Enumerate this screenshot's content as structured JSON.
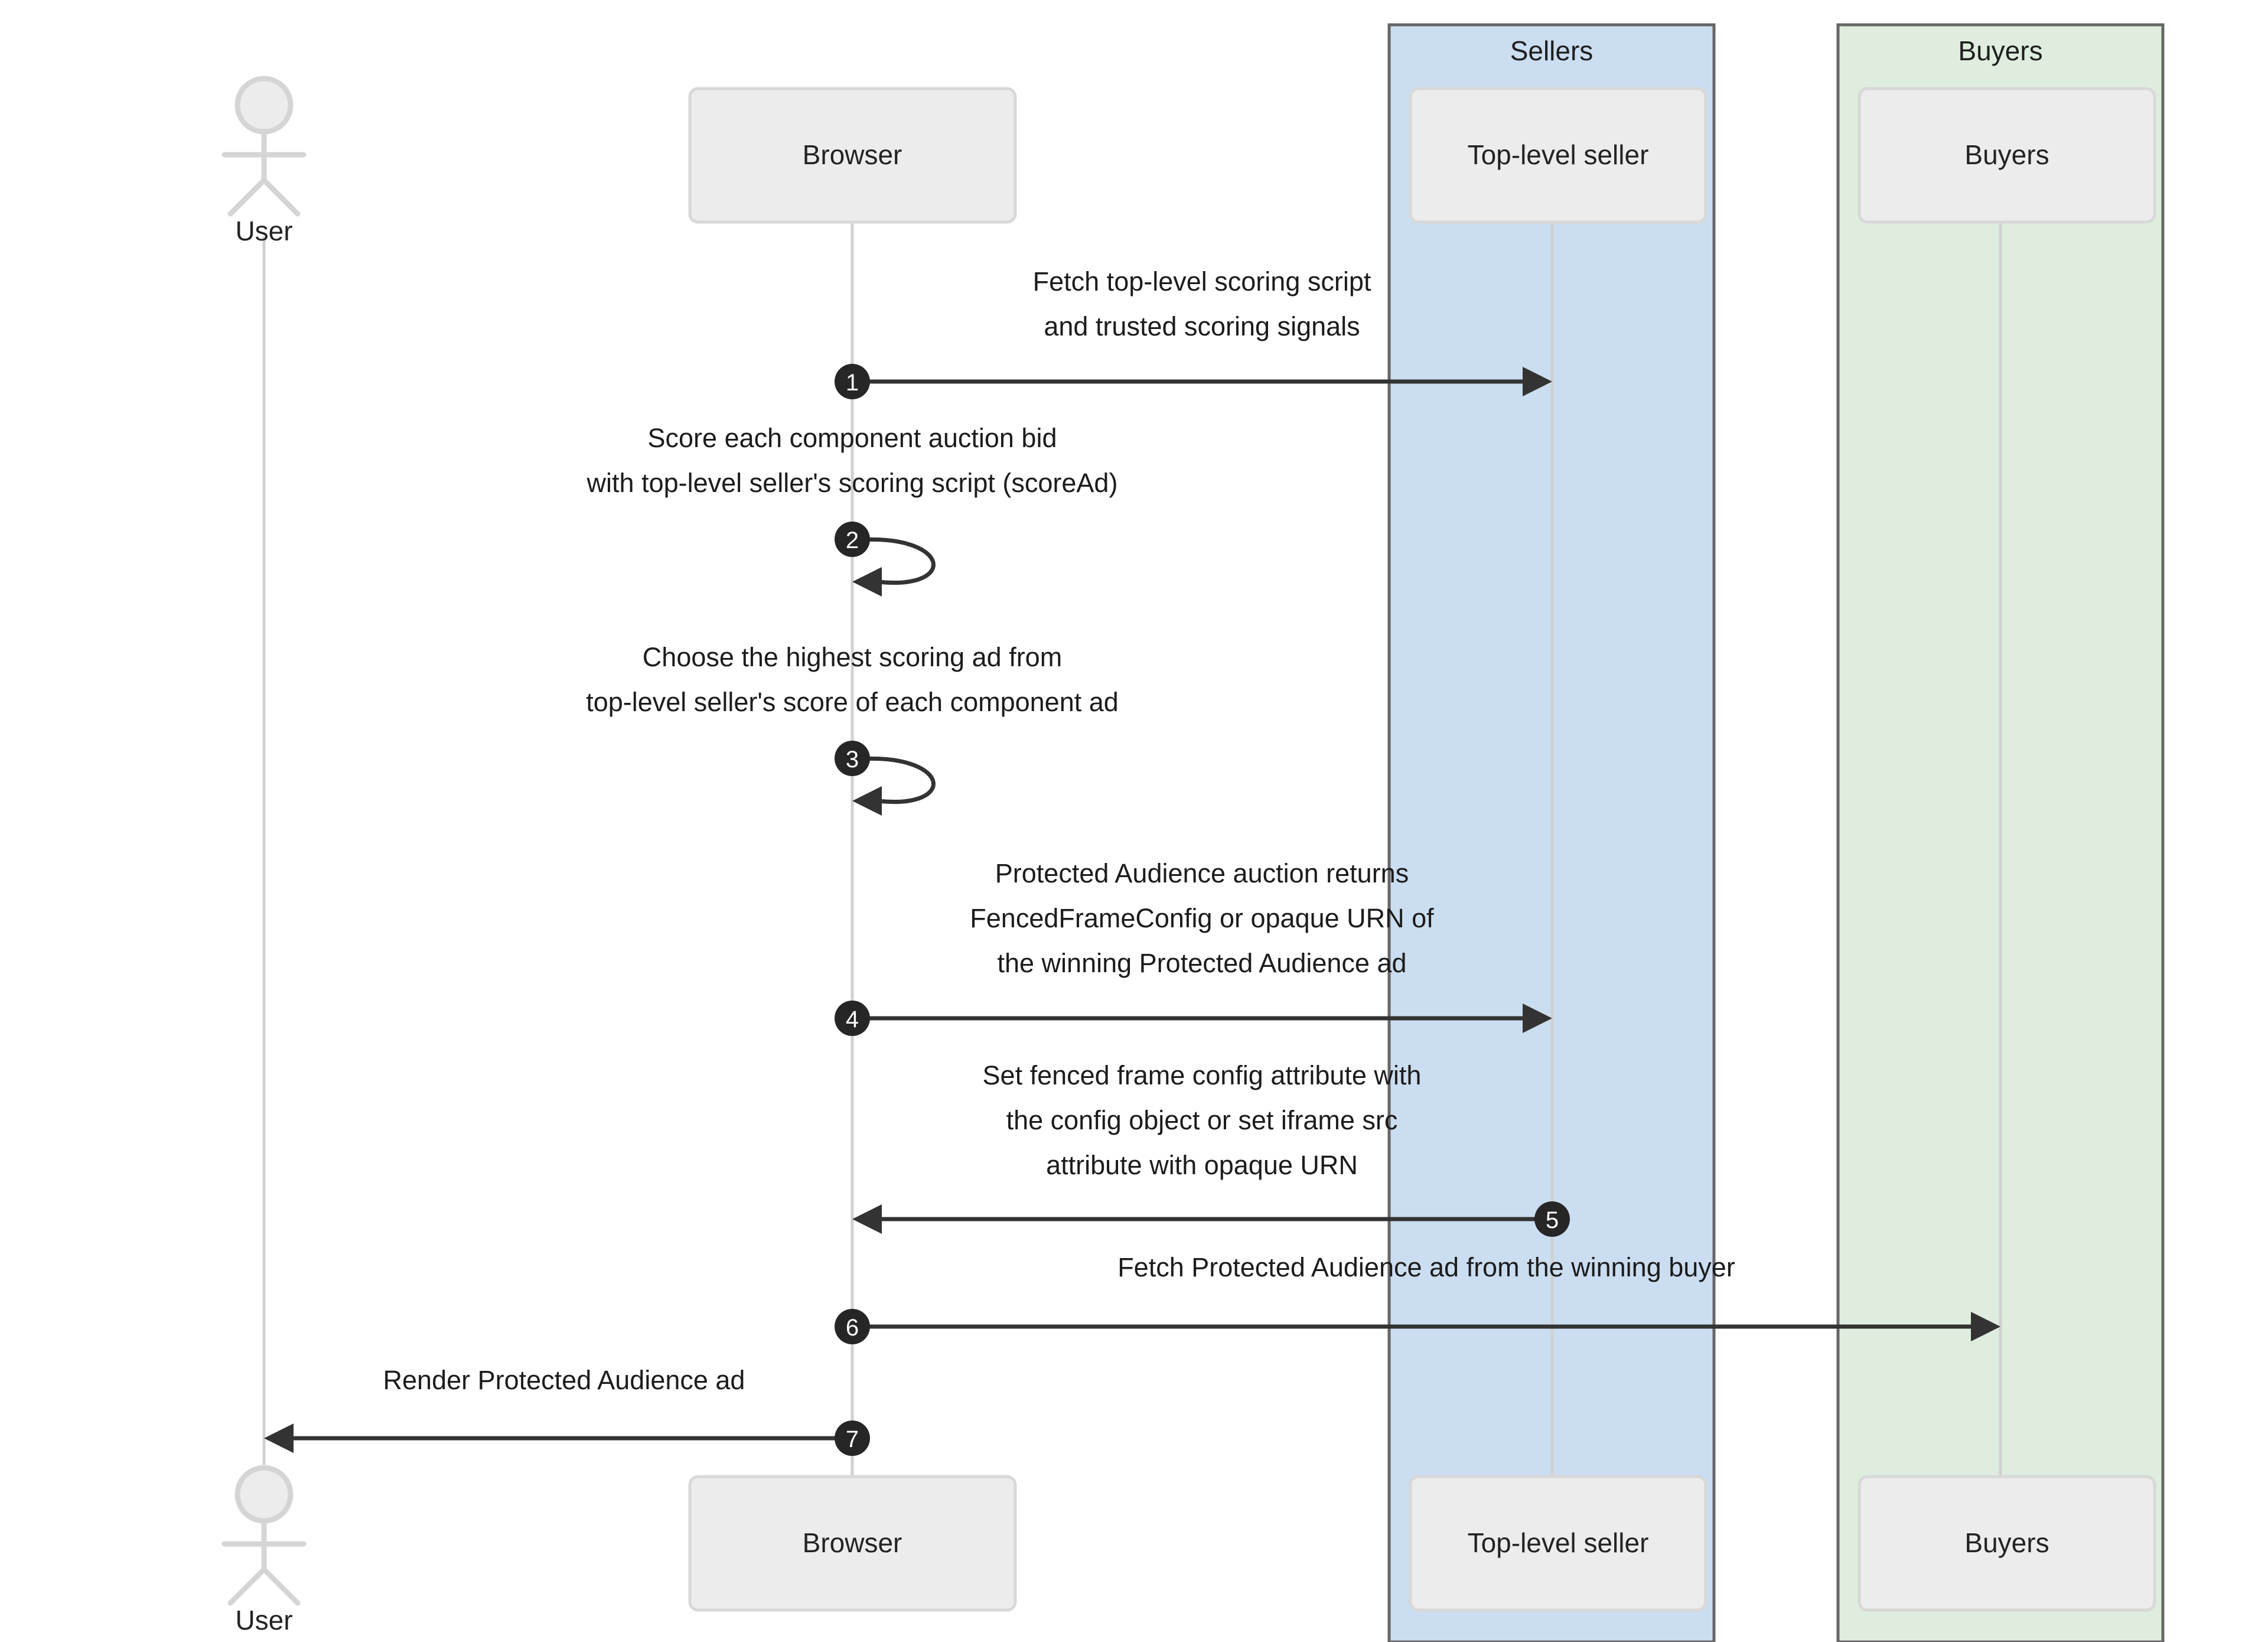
{
  "diagram": {
    "type": "sequence-diagram",
    "title": "Protected Audience top-level auction sequence",
    "background_color": "#ffffff"
  },
  "groups": [
    {
      "id": "sellers",
      "label": "Sellers",
      "fill_color": "#cbddf0",
      "border_color": "#666666"
    },
    {
      "id": "buyers",
      "label": "Buyers",
      "fill_color": "#deedde",
      "border_color": "#666666"
    }
  ],
  "participants": [
    {
      "id": "user",
      "label": "User",
      "kind": "actor",
      "group": null
    },
    {
      "id": "browser",
      "label": "Browser",
      "kind": "box",
      "group": null
    },
    {
      "id": "top-level-seller",
      "label": "Top-level seller",
      "kind": "box",
      "group": "sellers"
    },
    {
      "id": "buyers-participant",
      "label": "Buyers",
      "kind": "box",
      "group": "buyers"
    }
  ],
  "messages": [
    {
      "number": "1",
      "from": "browser",
      "to": "top-level-seller",
      "direction": "right",
      "kind": "arrow",
      "lines": [
        "Fetch top-level scoring script",
        "and trusted scoring signals"
      ]
    },
    {
      "number": "2",
      "from": "browser",
      "to": "browser",
      "direction": "self",
      "kind": "self-loop",
      "lines": [
        "Score each component auction bid",
        "with top-level seller's scoring script (scoreAd)"
      ]
    },
    {
      "number": "3",
      "from": "browser",
      "to": "browser",
      "direction": "self",
      "kind": "self-loop",
      "lines": [
        "Choose the highest scoring ad from",
        "top-level seller's score of each component ad"
      ]
    },
    {
      "number": "4",
      "from": "browser",
      "to": "top-level-seller",
      "direction": "right",
      "kind": "arrow",
      "lines": [
        "Protected Audience auction returns",
        "FencedFrameConfig or opaque URN of",
        "the winning Protected Audience ad"
      ]
    },
    {
      "number": "5",
      "from": "top-level-seller",
      "to": "browser",
      "direction": "left",
      "kind": "arrow",
      "lines": [
        "Set fenced frame config attribute with",
        "the config object or set iframe src",
        "attribute with opaque URN"
      ]
    },
    {
      "number": "6",
      "from": "browser",
      "to": "buyers-participant",
      "direction": "right",
      "kind": "arrow",
      "lines": [
        "Fetch Protected Audience ad from the winning buyer"
      ]
    },
    {
      "number": "7",
      "from": "browser",
      "to": "user",
      "direction": "left",
      "kind": "arrow",
      "lines": [
        "Render Protected Audience ad"
      ]
    }
  ],
  "colors": {
    "lifeline": "#d0d0d0",
    "participant_fill": "#ececec",
    "participant_border": "#d8d8d8",
    "message_stroke": "#333333",
    "badge_fill": "#262626",
    "badge_text": "#ffffff",
    "text": "#1c1c1c"
  }
}
